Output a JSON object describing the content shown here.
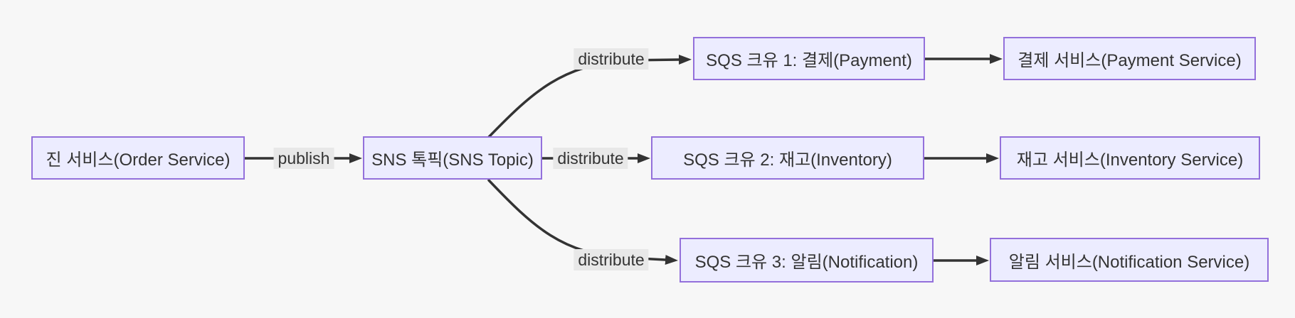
{
  "diagram": {
    "type": "flowchart-LR",
    "colors": {
      "background": "#f7f7f7",
      "node_fill": "#ececff",
      "node_border": "#9370db",
      "edge": "#333333",
      "edge_label_bg": "#e8e8e8",
      "text": "#333333"
    },
    "nodes": {
      "order": {
        "label": "진 서비스(Order Service)"
      },
      "sns": {
        "label": "SNS 톡픽(SNS Topic)"
      },
      "sqs_payment": {
        "label": "SQS 크유 1: 결제(Payment)"
      },
      "sqs_inventory": {
        "label": "SQS 크유 2: 재고(Inventory)"
      },
      "sqs_notification": {
        "label": "SQS 크유 3: 알림(Notification)"
      },
      "payment_service": {
        "label": "결제 서비스(Payment Service)"
      },
      "inventory_service": {
        "label": "재고 서비스(Inventory Service)"
      },
      "notification_service": {
        "label": "알림 서비스(Notification Service)"
      }
    },
    "edges": {
      "publish": {
        "from": "order",
        "to": "sns",
        "label": "publish"
      },
      "distribute_payment": {
        "from": "sns",
        "to": "sqs_payment",
        "label": "distribute"
      },
      "distribute_inventory": {
        "from": "sns",
        "to": "sqs_inventory",
        "label": "distribute"
      },
      "distribute_notification": {
        "from": "sns",
        "to": "sqs_notification",
        "label": "distribute"
      },
      "payment_queue_to_service": {
        "from": "sqs_payment",
        "to": "payment_service"
      },
      "inventory_queue_to_service": {
        "from": "sqs_inventory",
        "to": "inventory_service"
      },
      "notification_queue_to_service": {
        "from": "sqs_notification",
        "to": "notification_service"
      }
    }
  }
}
